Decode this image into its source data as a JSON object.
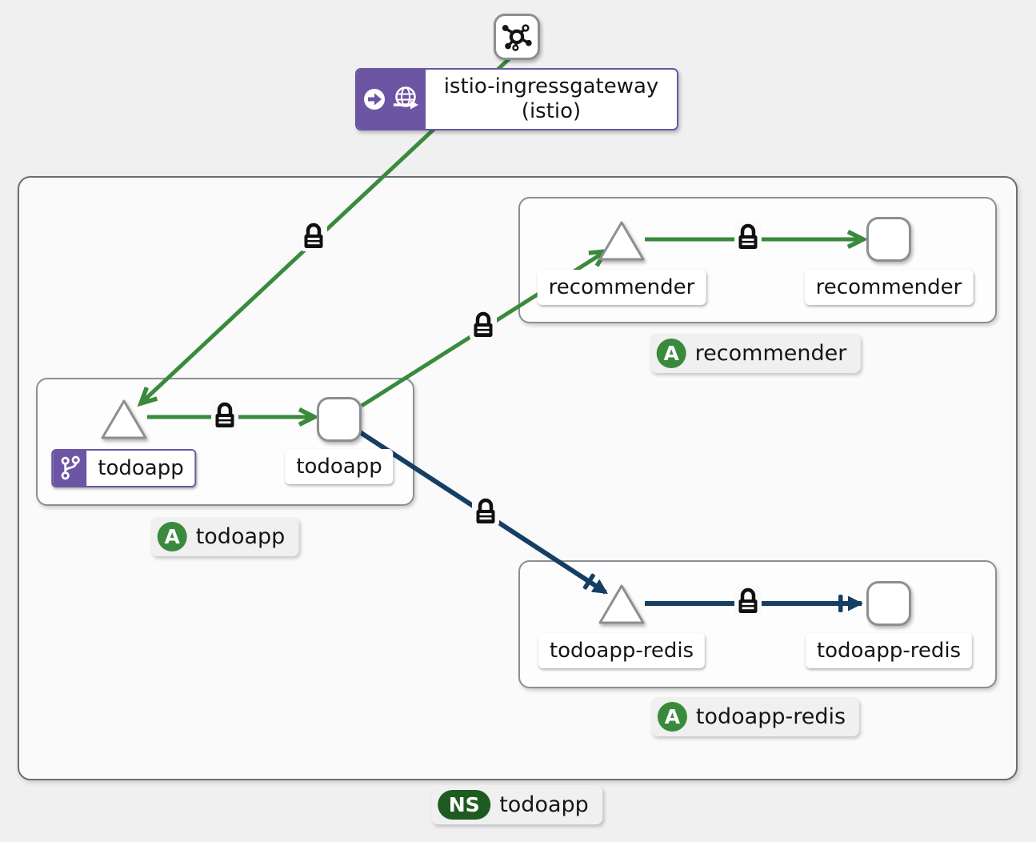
{
  "colors": {
    "pageBg": "#f0f0f0",
    "nsBg": "#fafafa",
    "appBg": "#fdfdfd",
    "edgeGreen": "#3a8a3d",
    "edgeNavy": "#163e63",
    "purple": "#6c55a3",
    "appBadge": "#3a8a3d",
    "nsBadge": "#1e5b20",
    "nodeBorder": "#8b8f94",
    "nsBorder": "#6a6e73",
    "text": "#151515"
  },
  "icons": {
    "mesh": "mesh-icon",
    "root": "root-arrow-circle-icon",
    "gateway": "gateway-globe-icon",
    "virtual_service": "virtual-service-branch-icon",
    "mtls": "mtls-lock-icon",
    "service_shape": "service-triangle",
    "workload_shape": "workload-square"
  },
  "gateway": {
    "title": "istio-ingressgateway",
    "subtitle": "(istio)"
  },
  "apps": {
    "recommender": {
      "group_badge": "A",
      "group_label": "recommender",
      "service_label": "recommender",
      "workload_label": "recommender"
    },
    "todoapp": {
      "group_badge": "A",
      "group_label": "todoapp",
      "service_label": "todoapp",
      "workload_label": "todoapp"
    },
    "todoapp_redis": {
      "group_badge": "A",
      "group_label": "todoapp-redis",
      "service_label": "todoapp-redis",
      "workload_label": "todoapp-redis"
    }
  },
  "namespace": {
    "badge": "NS",
    "label": "todoapp"
  }
}
